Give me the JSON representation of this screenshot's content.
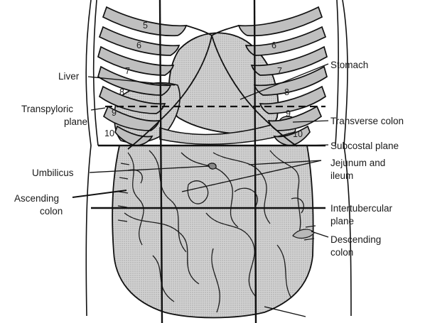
{
  "labels": {
    "liver": "Liver",
    "transpyloric_1": "Transpyloric",
    "transpyloric_2": "plane",
    "umbilicus": "Umbilicus",
    "ascending_1": "Ascending",
    "ascending_2": "colon",
    "stomach": "Stomach",
    "transverse_colon": "Transverse colon",
    "subcostal_plane": "Subcostal plane",
    "jejunum_1": "Jejunum and",
    "jejunum_2": "ileum",
    "intertubercular_1": "Intertubercular",
    "intertubercular_2": "plane",
    "descending_1": "Descending",
    "descending_2": "colon"
  },
  "rib_numbers": {
    "left": [
      "5",
      "6",
      "7",
      "8",
      "9",
      "10"
    ],
    "right": [
      "6",
      "7",
      "8",
      "9",
      "10"
    ]
  },
  "colors": {
    "line": "#111111",
    "organ_fill": "#c9c9c9",
    "background": "#ffffff"
  }
}
